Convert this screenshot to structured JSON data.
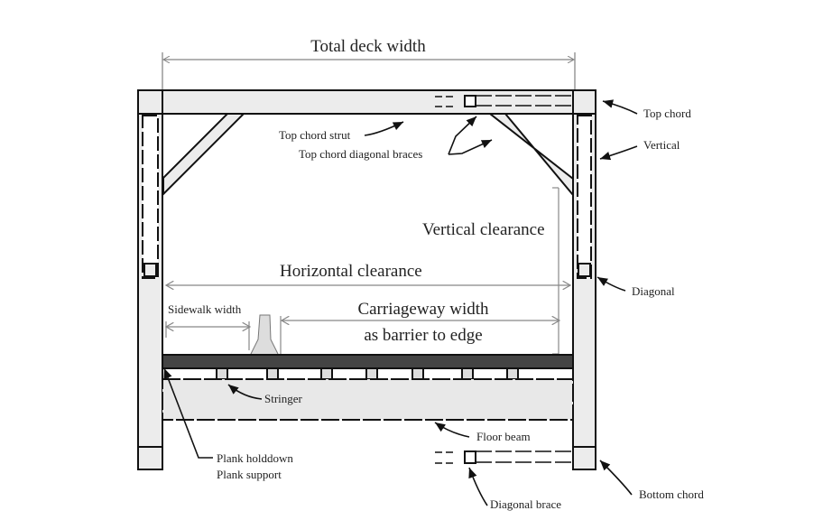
{
  "labels": {
    "total_deck_width": "Total deck width",
    "top_chord": "Top chord",
    "vertical": "Vertical",
    "top_chord_strut": "Top chord strut",
    "top_chord_diagonal_braces": "Top chord diagonal braces",
    "vertical_clearance": "Vertical clearance",
    "horizontal_clearance": "Horizontal clearance",
    "diagonal": "Diagonal",
    "sidewalk_width": "Sidewalk width",
    "carriageway_width": "Carriageway width",
    "carriageway_width_note": "as barrier to edge",
    "stringer": "Stringer",
    "floor_beam": "Floor beam",
    "plank_holddown": "Plank holddown",
    "plank_support": "Plank support",
    "diagonal_brace": "Diagonal brace",
    "bottom_chord": "Bottom chord"
  },
  "colors": {
    "member_fill": "#ececec",
    "line": "#111111",
    "dimension": "#888888"
  }
}
